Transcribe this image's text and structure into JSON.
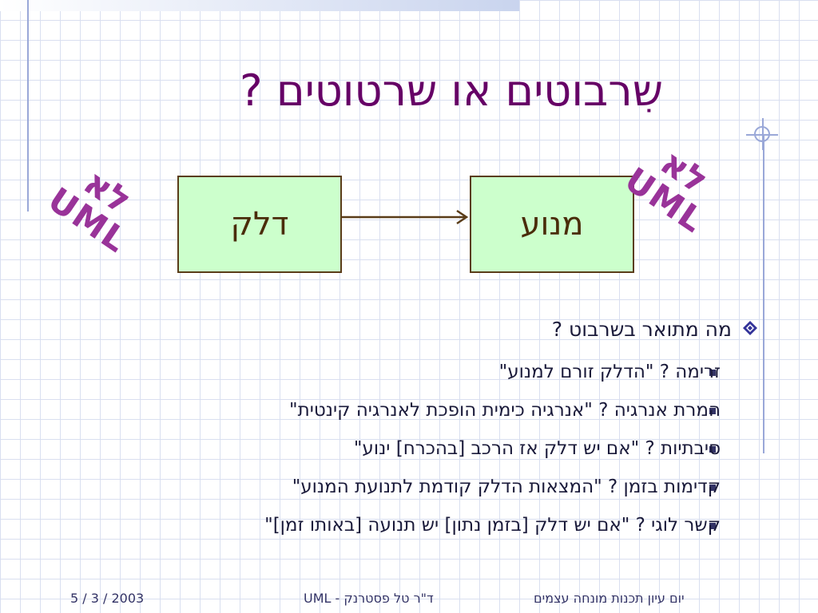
{
  "slide": {
    "title": "שִרבוטים או שרטוטים ?",
    "diagram": {
      "left_box": "דלק",
      "right_box": "מנוע"
    },
    "stamps": {
      "no_text": "לא",
      "uml_text": "UML"
    },
    "question": "מה מתואר בשרבוט ?",
    "bullets": [
      "זרימה ? \"הדלק זורם למנוע\"",
      "המרת אנרגיה ? \"אנרגיה כימית הופכת לאנרגיה קינטית\"",
      "סיבתיות ?  \"אם יש דלק אז הרכב [בהכרח] ינוע\"",
      "קדימות בזמן  ? \"המצאות הדלק קודמת לתנועת המנוע\"",
      "קשר לוגי  ? \"אם יש דלק [בזמן נתון] יש תנועה [באותו זמן]\""
    ],
    "footer": {
      "date": "5 / 3 / 2003",
      "author": "ד\"ר טל פסטרנק  -  UML",
      "event": "יום עיון תכנות מונחה עצמים"
    }
  },
  "colors": {
    "title": "#660066",
    "box_fill": "#ccffcc",
    "box_border": "#5a3c18",
    "stamp": "#993399",
    "text": "#1a1a3a"
  }
}
